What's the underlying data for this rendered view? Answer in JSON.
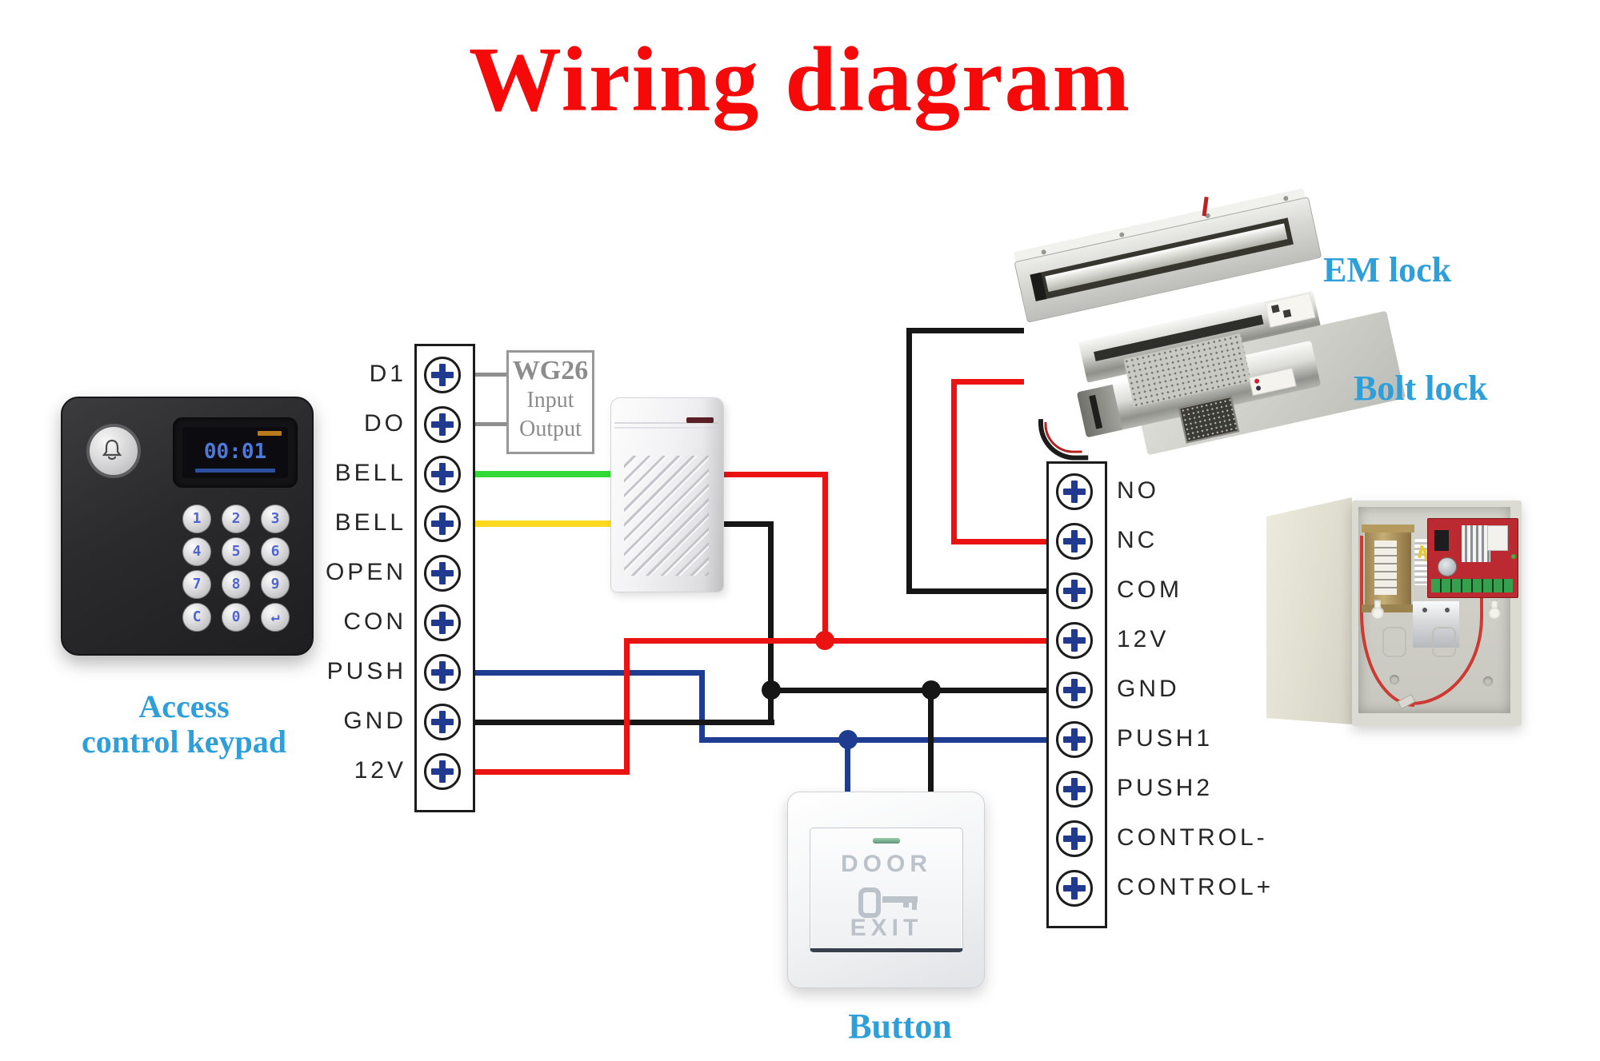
{
  "title": "Wiring diagram",
  "labels": {
    "keypad_line1": "Access",
    "keypad_line2": "control keypad",
    "em_lock": "EM lock",
    "bolt_lock": "Bolt lock",
    "button": "Button"
  },
  "wg26": {
    "l1": "WG26",
    "l2": "Input",
    "l3": "Output"
  },
  "left_block": {
    "terminals": [
      "D1",
      "DO",
      "BELL",
      "BELL",
      "OPEN",
      "CON",
      "PUSH",
      "GND",
      "12V"
    ]
  },
  "right_block": {
    "terminals": [
      "NO",
      "NC",
      "COM",
      "12V",
      "GND",
      "PUSH1",
      "PUSH2",
      "CONTROL-",
      "CONTROL+"
    ]
  },
  "keypad_device": {
    "display_time": "00:01",
    "keys": [
      "1",
      "2",
      "3",
      "4",
      "5",
      "6",
      "7",
      "8",
      "9",
      "C",
      "0",
      "↵"
    ]
  },
  "exit_button": {
    "line1": "DOOR",
    "line2": "EXIT"
  },
  "colors": {
    "title_red": "#f60909",
    "label_blue": "#2e9fd9",
    "wire_red": "#ea1312",
    "wire_black": "#161616",
    "wire_blue": "#1e3d90",
    "wire_green": "#33d936",
    "wire_yellow": "#fcd81e",
    "wire_gray": "#8f8f8f",
    "terminal_cross": "#1f3a8e"
  }
}
